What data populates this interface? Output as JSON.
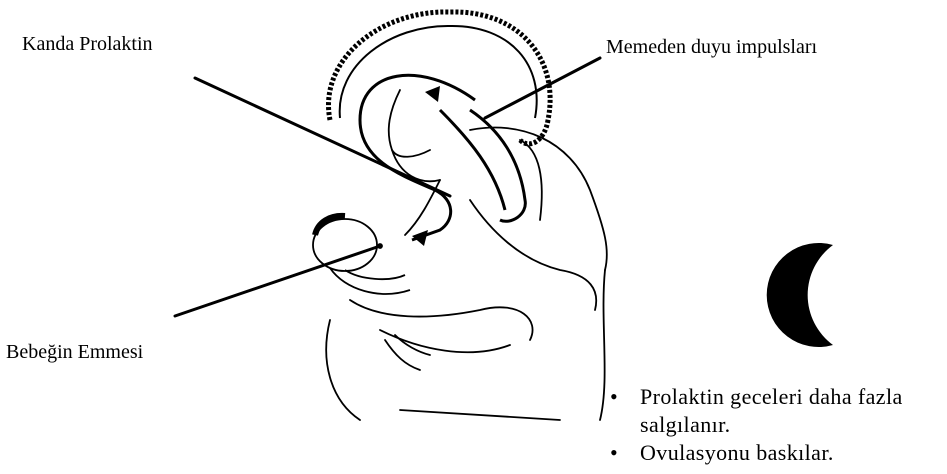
{
  "labels": {
    "prolactin_in_blood": "Kanda Prolaktin",
    "sensory_impulses": "Memeden duyu impulsları",
    "baby_suckling": "Bebeğin Emmesi"
  },
  "notes": [
    "Prolaktin geceleri daha fazla salgılanır.",
    "Ovulasyonu baskılar."
  ],
  "icons": {
    "night": "crescent-moon-icon"
  },
  "colors": {
    "ink": "#000000",
    "background": "#ffffff"
  }
}
